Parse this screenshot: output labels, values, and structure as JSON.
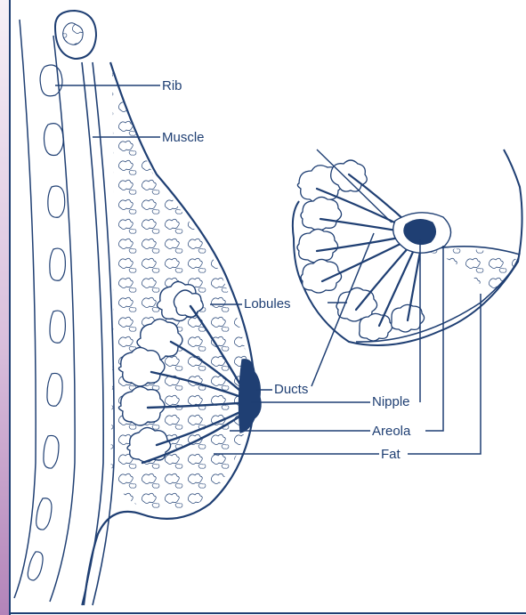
{
  "labels": {
    "rib": "Rib",
    "muscle": "Muscle",
    "lobules": "Lobules",
    "ducts": "Ducts",
    "nipple": "Nipple",
    "areola": "Areola",
    "fat": "Fat"
  },
  "colors": {
    "ink": "#1f3f73",
    "paper": "#ffffff",
    "border_gradient_top": "#f3eaf5",
    "border_gradient_bottom": "#b987be"
  }
}
